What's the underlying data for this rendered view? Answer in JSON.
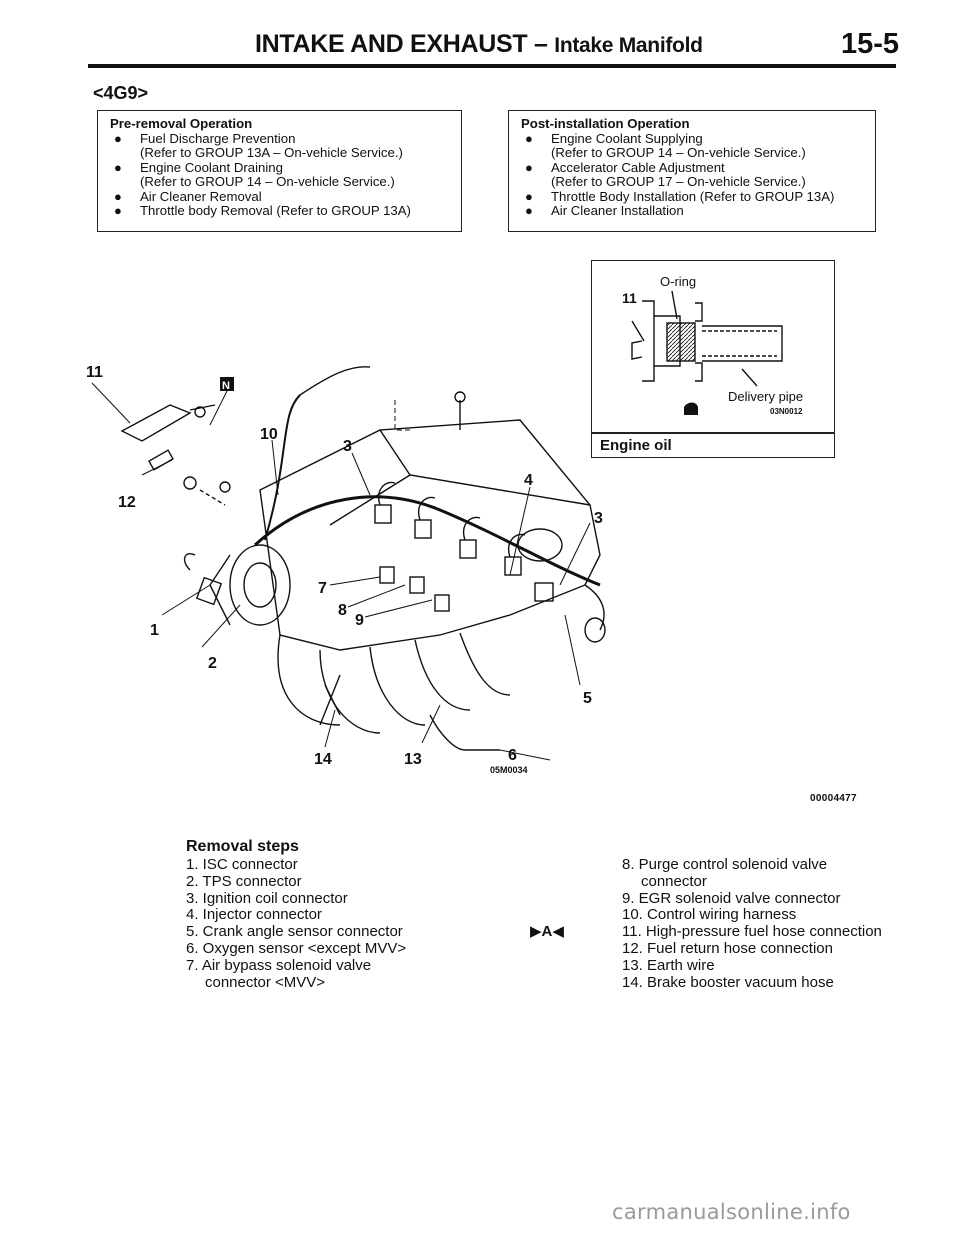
{
  "header": {
    "title_main": "INTAKE AND EXHAUST –",
    "title_sub": "Intake Manifold",
    "page_number": "15-5"
  },
  "engine_code": "<4G9>",
  "pre_removal": {
    "title": "Pre-removal Operation",
    "items": [
      {
        "text": "Fuel Discharge Prevention",
        "ref": "(Refer to GROUP 13A – On-vehicle Service.)"
      },
      {
        "text": "Engine Coolant Draining",
        "ref": "(Refer to GROUP 14 – On-vehicle Service.)"
      },
      {
        "text": "Air Cleaner Removal",
        "ref": ""
      },
      {
        "text": "Throttle body Removal (Refer to GROUP 13A)",
        "ref": ""
      }
    ]
  },
  "post_installation": {
    "title": "Post-installation Operation",
    "items": [
      {
        "text": "Engine Coolant Supplying",
        "ref": "(Refer to GROUP 14 – On-vehicle Service.)"
      },
      {
        "text": "Accelerator Cable Adjustment",
        "ref": "(Refer to GROUP 17 – On-vehicle Service.)"
      },
      {
        "text": "Throttle Body Installation (Refer to GROUP 13A)",
        "ref": ""
      },
      {
        "text": "Air Cleaner Installation",
        "ref": ""
      }
    ]
  },
  "diagram": {
    "callouts": [
      "11",
      "N",
      "10",
      "3",
      "4",
      "3",
      "12",
      "7",
      "8",
      "9",
      "1",
      "2",
      "5",
      "14",
      "13",
      "6"
    ],
    "figure_code": "05M0034",
    "inset": {
      "oring_label": "O-ring",
      "part_label": "11",
      "delivery_label": "Delivery pipe",
      "inset_code": "03N0012",
      "caption": "Engine oil"
    }
  },
  "figure_number": "00004477",
  "removal": {
    "title": "Removal steps",
    "left_steps": [
      "1. ISC connector",
      "2. TPS connector",
      "3. Ignition coil connector",
      "4. Injector connector",
      "5. Crank angle sensor connector",
      "6. Oxygen sensor <except MVV>",
      "7. Air bypass solenoid valve",
      "connector <MVV>"
    ],
    "right_steps": [
      "8. Purge control solenoid valve",
      "connector",
      "9. EGR solenoid valve connector",
      "10. Control wiring harness",
      "11. High-pressure fuel hose connection",
      "12. Fuel return hose connection",
      "13. Earth wire",
      "14. Brake booster vacuum hose"
    ],
    "service_mark": "▶A◀"
  },
  "watermark": "carmanualsonline.info"
}
